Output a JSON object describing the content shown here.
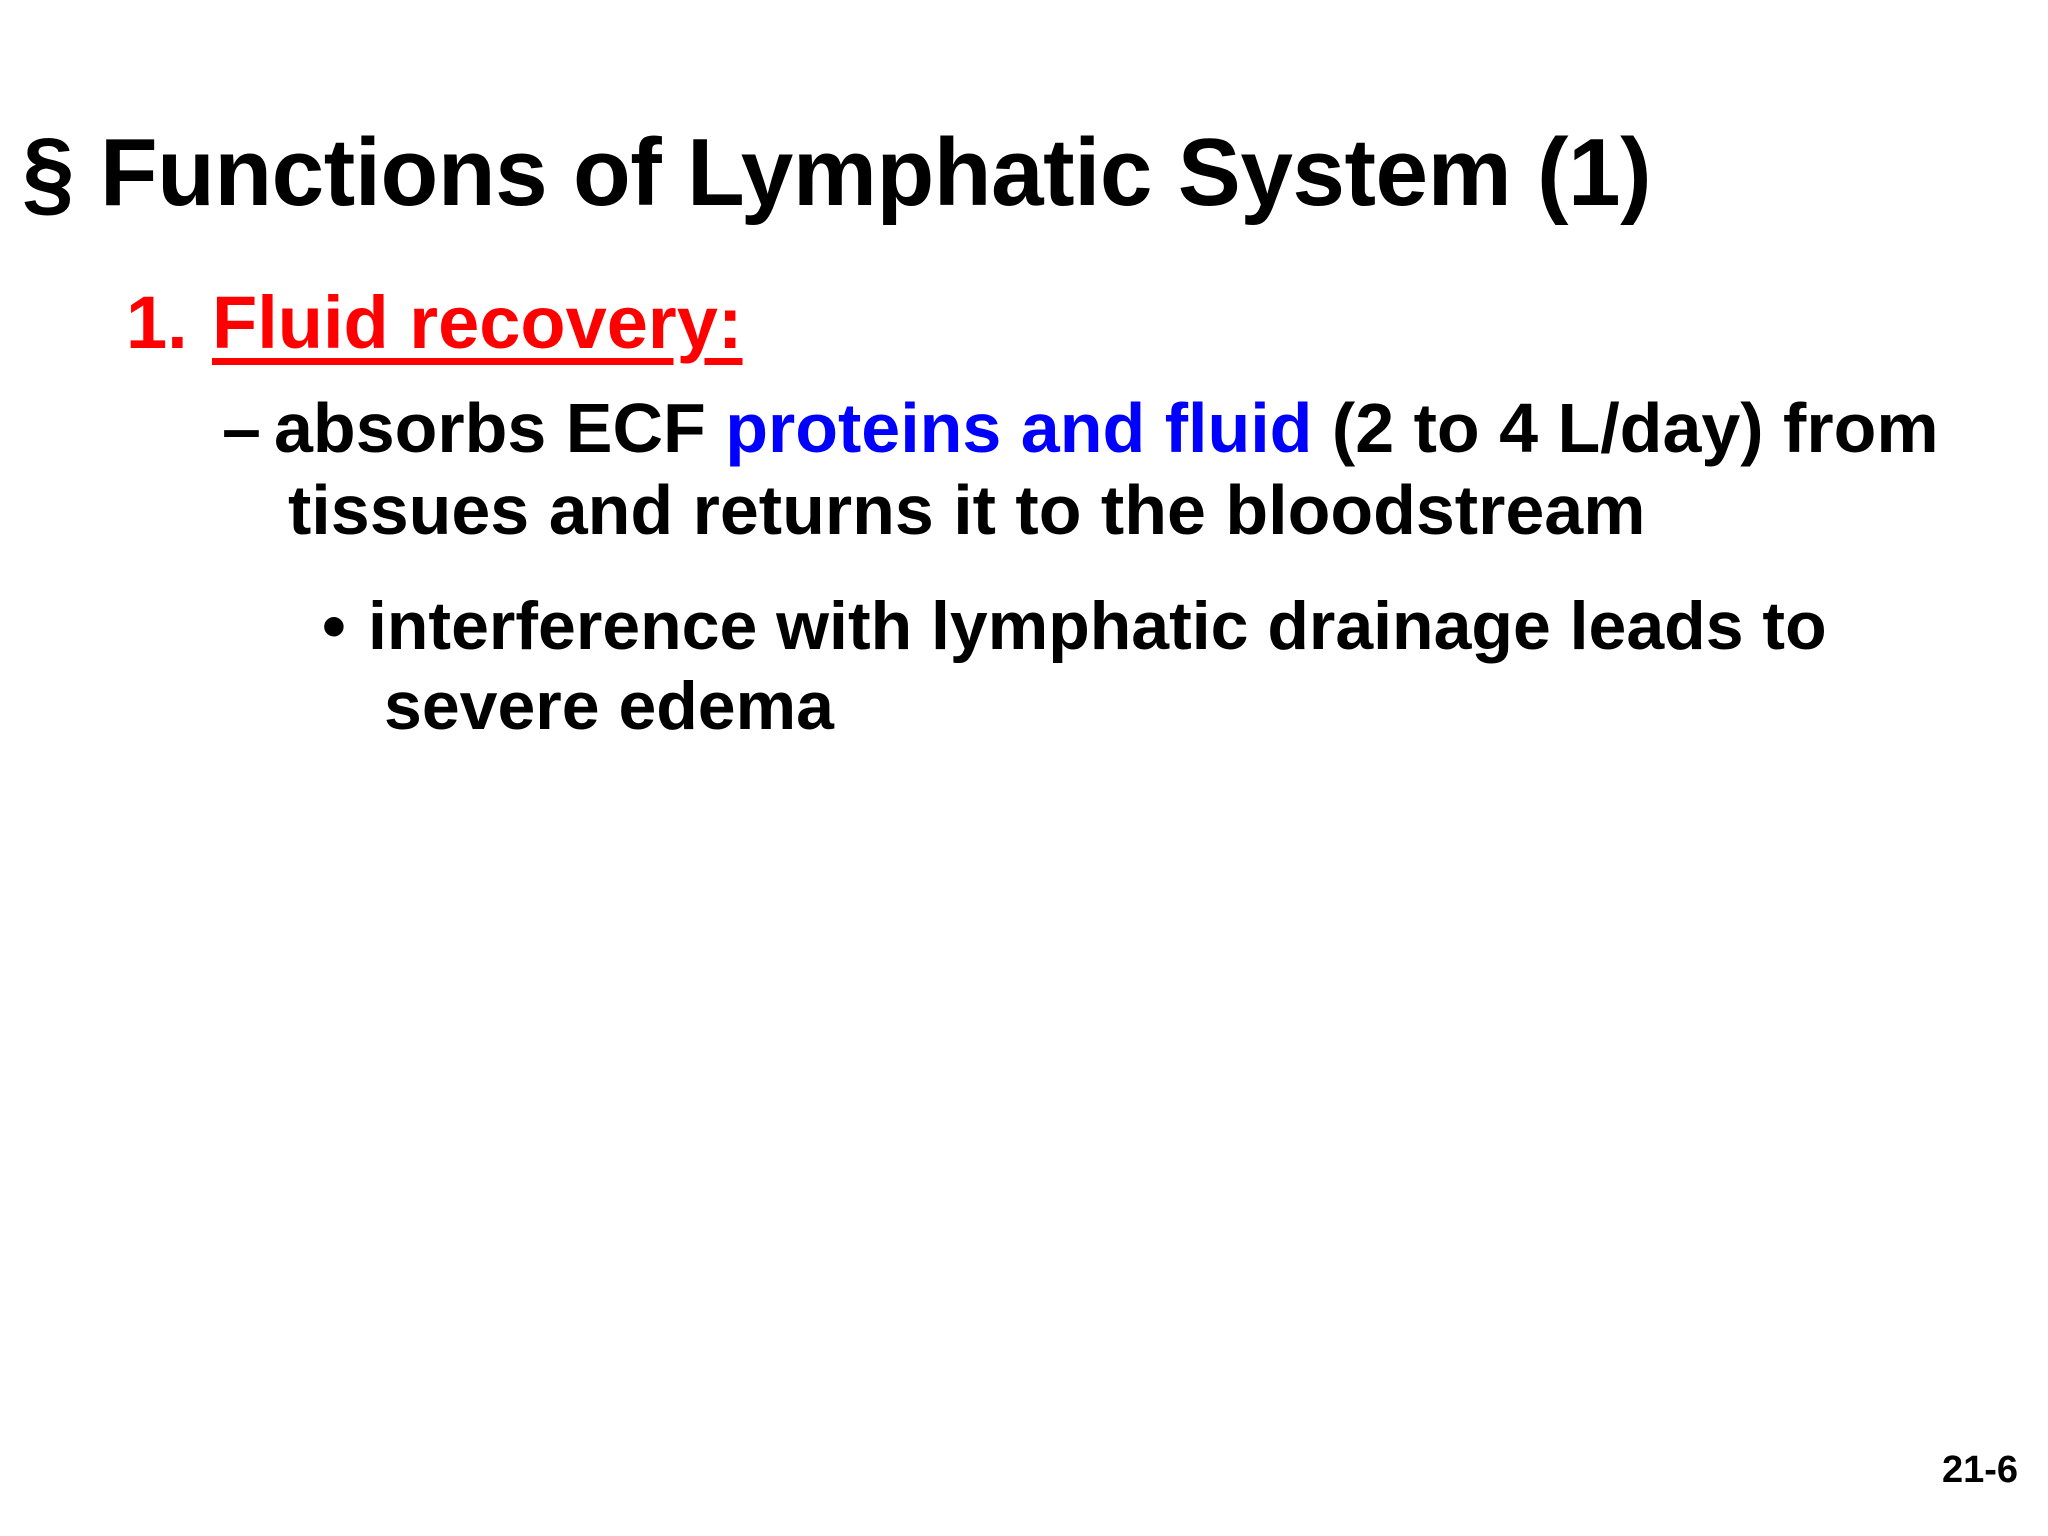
{
  "slide": {
    "title": "§ Functions of Lymphatic System (1)",
    "page_number": "21-6",
    "background_color": "#FFFFFF",
    "colors": {
      "title": "#000000",
      "level1_accent": "#FF0000",
      "highlight": "#0000FF",
      "body": "#000000"
    },
    "content": {
      "level1": {
        "number": "1.",
        "label": "Fluid recovery:",
        "underlined": true,
        "color": "#FF0000"
      },
      "level2": {
        "marker": "–",
        "segments": [
          {
            "text": "absorbs ECF ",
            "color": "#000000"
          },
          {
            "text": "proteins and fluid",
            "color": "#0000FF"
          },
          {
            "text": " (2 to 4 L/day) from tissues and returns it to the bloodstream",
            "color": "#000000"
          }
        ],
        "full_text": "absorbs ECF proteins and fluid (2 to 4 L/day) from tissues and returns it to the bloodstream"
      },
      "level3": {
        "marker": "•",
        "text": "interference with lymphatic drainage leads to severe edema"
      }
    }
  }
}
